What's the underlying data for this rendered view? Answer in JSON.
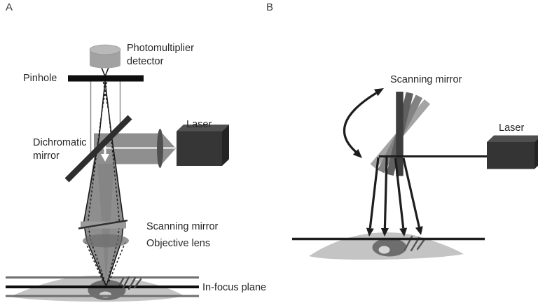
{
  "figure": {
    "panel_a": {
      "tag": "A",
      "labels": {
        "photomultiplier_line1": "Photomultiplier",
        "photomultiplier_line2": "detector",
        "pinhole": "Pinhole",
        "laser": "Laser",
        "dichromatic_line1": "Dichromatic",
        "dichromatic_line2": "mirror",
        "scanning_mirror": "Scanning mirror",
        "objective_lens": "Objective lens",
        "in_focus_plane": "In-focus plane"
      }
    },
    "panel_b": {
      "tag": "B",
      "labels": {
        "scanning_mirror": "Scanning mirror",
        "laser": "Laser"
      }
    },
    "colors": {
      "background": "#ffffff",
      "text": "#262626",
      "beam_gray": "#8f8f8f",
      "black_element": "#0e0e0e",
      "dichroic_dark": "#2e2e2e",
      "detector_gray": "#a2a2a2",
      "cell_gray": "#c4c4c4",
      "nucleus_gray": "#6e6e6e",
      "laser_front": "#363636",
      "laser_top": "#515151",
      "laser_side": "#242424",
      "mirror_shades": [
        "#3e3e3e",
        "#606060",
        "#828282",
        "#a4a4a4"
      ]
    }
  }
}
